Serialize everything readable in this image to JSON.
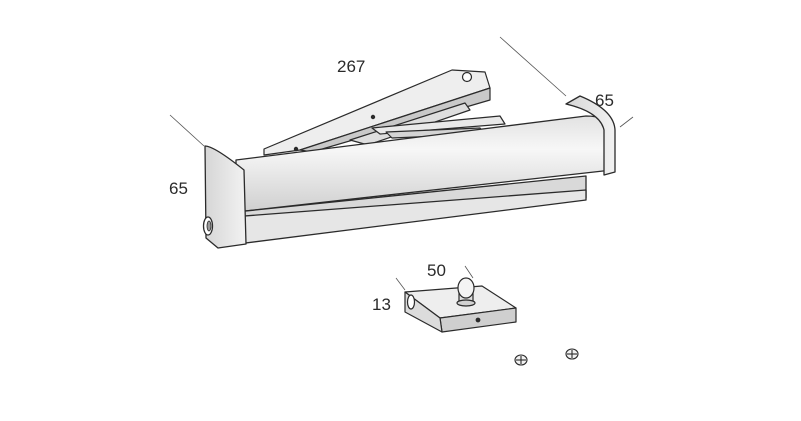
{
  "dimensions": {
    "length": "267",
    "depth_right": "65",
    "depth_left": "65",
    "clip_width": "50",
    "clip_height": "13"
  },
  "colors": {
    "outline": "#2b2b2b",
    "body_light": "#f3f3f3",
    "body_mid": "#dcdcdc",
    "body_dark": "#b9b9b9",
    "dimension_line": "#555555"
  }
}
